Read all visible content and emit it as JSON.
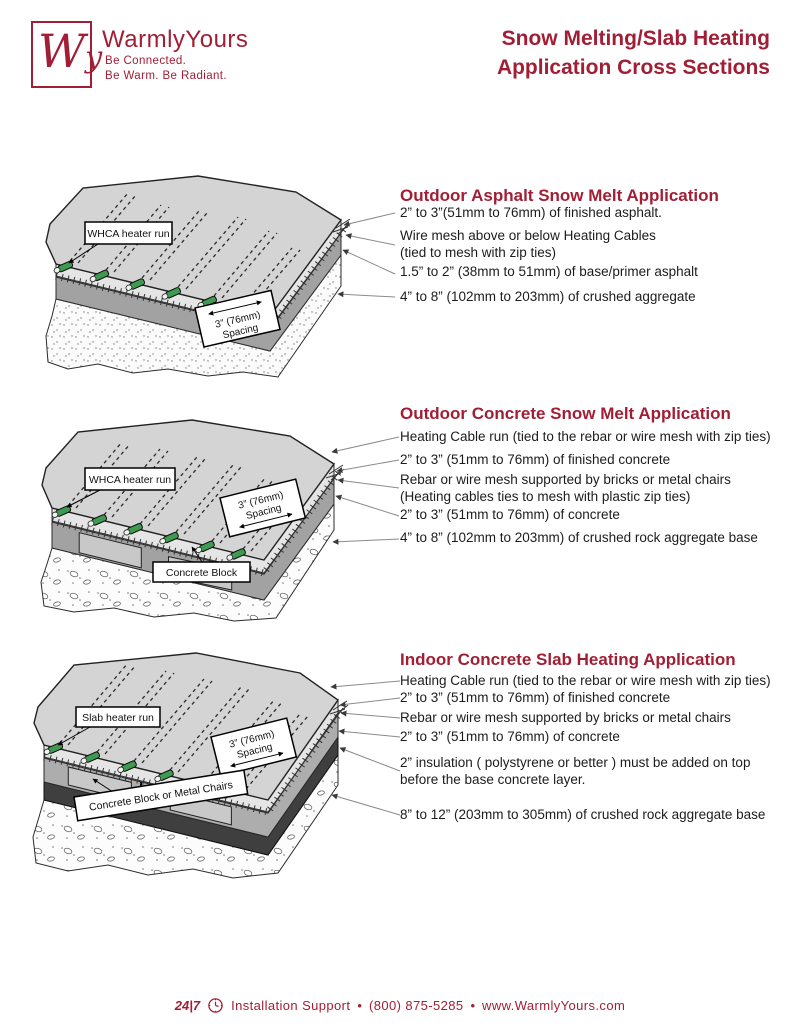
{
  "colors": {
    "brand_red": "#A21E35",
    "cable_green": "#3E9A50",
    "slab_top_gray": "#D4D4D4",
    "base_layer_gray": "#A2A2A2",
    "insulation_dark_gray": "#3F3F3F"
  },
  "header": {
    "monogram": "Wy",
    "brand": "WarmlyYours",
    "tagline1": "Be Connected.",
    "tagline2": "Be Warm. Be Radiant.",
    "title1": "Snow Melting/Slab Heating",
    "title2": "Application Cross Sections"
  },
  "sections": [
    {
      "heading": "Outdoor Asphalt Snow Melt Application",
      "diagram": {
        "heater_run": "WHCA heater run",
        "spacing1": "3” (76mm)",
        "spacing2": "Spacing"
      },
      "callouts": [
        "2” to 3”(51mm to 76mm) of finished asphalt.",
        "Wire mesh above or below Heating Cables\n(tied to mesh with zip ties)",
        "1.5” to 2” (38mm to 51mm) of base/primer asphalt",
        "4” to 8” (102mm to 203mm) of crushed aggregate"
      ]
    },
    {
      "heading": "Outdoor Concrete Snow Melt Application",
      "diagram": {
        "heater_run": "WHCA heater run",
        "spacing1": "3” (76mm)",
        "spacing2": "Spacing",
        "block_label": "Concrete Block"
      },
      "callouts": [
        "Heating Cable run (tied to the rebar or wire mesh with zip ties)",
        "2” to 3” (51mm to 76mm) of finished concrete",
        "Rebar or wire mesh supported by bricks or metal chairs\n(Heating cables ties to mesh with plastic zip ties)",
        "2” to 3” (51mm to 76mm) of concrete",
        "4” to 8” (102mm to 203mm) of crushed rock aggregate base"
      ]
    },
    {
      "heading": "Indoor Concrete Slab Heating Application",
      "diagram": {
        "heater_run": "Slab heater run",
        "spacing1": "3” (76mm)",
        "spacing2": "Spacing",
        "block_label": "Concrete Block or Metal Chairs"
      },
      "callouts": [
        "Heating Cable run (tied to the rebar or wire mesh with zip ties)",
        "2” to 3” (51mm to 76mm) of finished concrete",
        "Rebar or wire mesh supported by bricks or metal chairs",
        "2” to 3” (51mm to 76mm) of concrete",
        "2” insulation ( polystyrene or better ) must be added on top\nbefore the base concrete layer.",
        "8” to 12” (203mm to 305mm) of crushed rock aggregate base"
      ]
    }
  ],
  "footer": {
    "badge": "24|7",
    "support": "Installation Support",
    "bullet": "•",
    "phone": "(800) 875-5285",
    "website": "www.WarmlyYours.com"
  }
}
